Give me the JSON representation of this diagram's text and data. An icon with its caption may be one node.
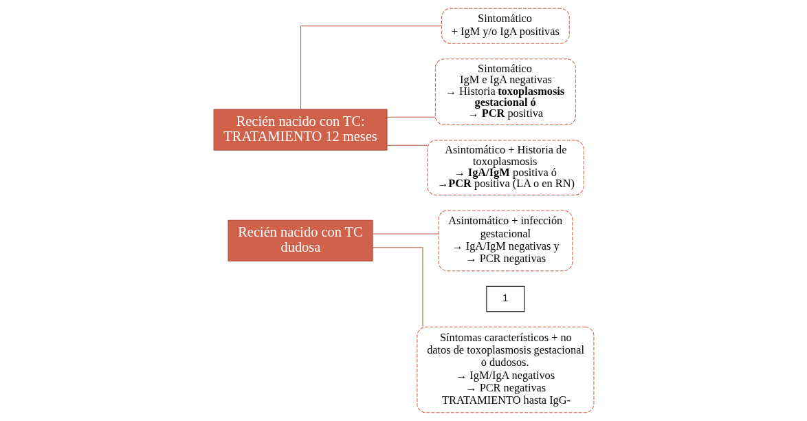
{
  "diagram": {
    "nodes": [
      {
        "text": [
          "Recién nacido con TC:",
          "TRATAMIENTO 12 meses"
        ]
      },
      {
        "text": [
          "Sintomático",
          "+ IgM y/o IgA positivas"
        ]
      },
      {
        "text": [
          "Sintomático",
          "IgM e IgA negativas",
          "→ Historia **toxoplasmosis gestacional ó**",
          "→ **PCR** positiva"
        ]
      },
      {
        "text": [
          "Asintomático + Historia de toxoplasmosis",
          "→ **IgA/IgM** positiva ó",
          "→**PCR** positiva (LA o en RN)"
        ]
      },
      {
        "text": [
          "Recién nacido con TC dudosa"
        ]
      },
      {
        "text": [
          "Asintomático + infección gestacional",
          "→ IgA/IgM negativas y",
          "→ PCR negativas"
        ]
      },
      {
        "text": [
          "Síntomas característicos + no datos de toxoplasmosis gestacional o dudosos.",
          "→ IgM/IgA negativos",
          "→ PCR negativas",
          "TRATAMIENTO hasta IgG-"
        ]
      },
      {
        "text": [
          "1"
        ]
      }
    ],
    "edges": [
      {
        "from": 0,
        "to": 1,
        "arrow": "none"
      },
      {
        "from": 0,
        "to": 2,
        "arrow": "none"
      },
      {
        "from": 0,
        "to": 3,
        "arrow": "none"
      },
      {
        "from": 4,
        "to": 5,
        "arrow": "none"
      },
      {
        "from": 4,
        "to": 6,
        "arrow": "none"
      }
    ]
  }
}
